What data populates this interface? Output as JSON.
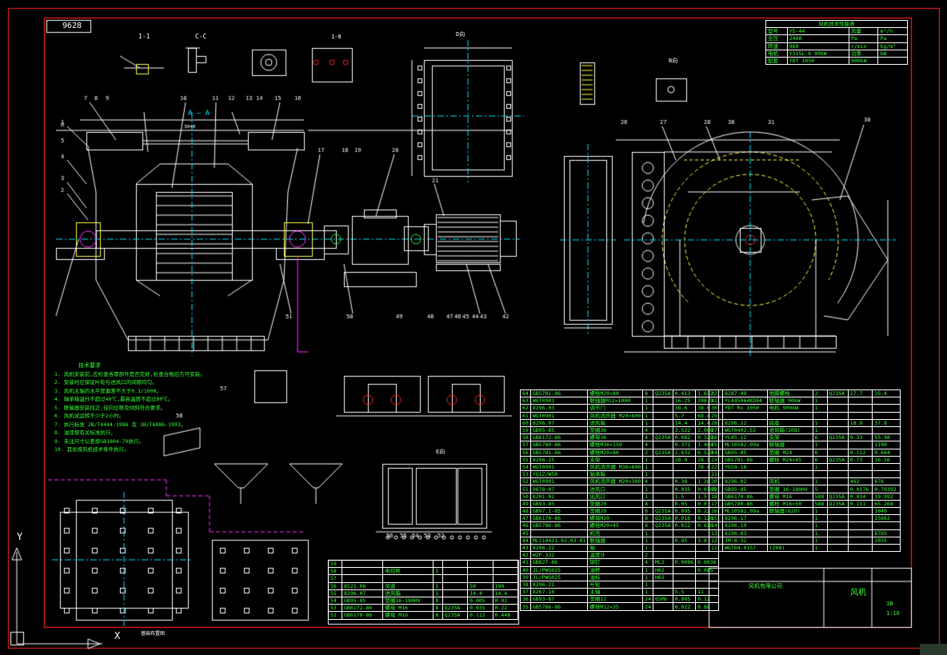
{
  "drawing": {
    "code_box": "9628",
    "company": "风机有限公司",
    "drawing_title": "风机",
    "drawing_number": "3B",
    "scale": "1:10"
  },
  "view_labels": {
    "section_aa": "A — A",
    "section_11": "1-1",
    "section_cc": "C-C",
    "section_18": "1-8",
    "view_d": "D向",
    "view_b": "B向",
    "view_e": "E向",
    "foundation": "基础布置图"
  },
  "part_numbers": [
    "1",
    "2",
    "3",
    "4",
    "5",
    "6",
    "7",
    "8",
    "9",
    "10",
    "11",
    "12",
    "13",
    "14",
    "15",
    "16",
    "17",
    "18",
    "19",
    "20",
    "21",
    "26",
    "27",
    "28",
    "30",
    "31",
    "38",
    "42",
    "43",
    "44",
    "45",
    "46",
    "47",
    "48",
    "49",
    "50",
    "51",
    "52",
    "53",
    "54",
    "55",
    "56",
    "57",
    "58"
  ],
  "tech_notes": {
    "title": "技术要求",
    "lines": [
      "1. 风机安装前,应检查各零部件是否完好,检查合格后方可安装。",
      "2. 安装时应保证叶轮与进风口的间隙均匀。",
      "3. 风机主轴的水平度偏差不大于0.1/1000。",
      "4. 轴承箱温升不超过40℃,最高温度不超过80℃。",
      "5. 联轴器安装找正,径向位移及倾斜符合要求。",
      "6. 风机试运转不少于2小时。",
      "7. 执行标准 JB/T4444-1986 及 JB/T6886-1993。",
      "8. 油漆按有关标准执行。",
      "9. 未注尺寸公差按GB1804-79执行。",
      "10. 其余按风机技术条件执行。"
    ]
  },
  "spec_table": {
    "title": "风机技术性能表",
    "rows": [
      [
        "型号",
        "Y5-44",
        "风量",
        "m³/h"
      ],
      [
        "全压",
        "2400",
        "Pa",
        "Pa"
      ],
      [
        "转速",
        "960",
        "r/min",
        "kg/m³"
      ],
      [
        "电机",
        "Y315L-6 90kW",
        "功率",
        "kW"
      ],
      [
        "配套",
        "YDT 1050",
        "900kW",
        ""
      ]
    ]
  },
  "parts_table": {
    "rows": [
      [
        "64",
        "GB5781-86",
        "螺栓M20×80",
        "8",
        "Q235A",
        "0.413",
        "1.652"
      ],
      [
        "63",
        "WGT0901",
        "联轴器M12×1000",
        "1",
        "",
        "16.25",
        "208.9"
      ],
      [
        "62",
        "8296.03",
        "调节门",
        "1",
        "",
        "38.6",
        "38.6"
      ],
      [
        "61",
        "WGT0901",
        "风机消声器 M20×800",
        "1",
        "",
        "5.7",
        "68.4"
      ],
      [
        "60",
        "8296.07",
        "进风箱",
        "1",
        "",
        "14.4",
        "14.4"
      ],
      [
        "59",
        "GB95-85",
        "垫圈36",
        "4",
        "",
        "3.522",
        "2.088"
      ],
      [
        "58",
        "GB6172-86",
        "螺母36",
        "4",
        "Q235A",
        "0.082",
        "0.328"
      ],
      [
        "57",
        "GB5780-86",
        "螺栓M36×150",
        "4",
        "",
        "0.371",
        "1.484"
      ],
      [
        "56",
        "GB5781-86",
        "螺栓M20×80",
        "2",
        "Q235A",
        "1.632",
        "6.528"
      ],
      [
        "55",
        "8296.25",
        "支架",
        "1",
        "",
        "28.9",
        "28.9"
      ],
      [
        "54",
        "WGT0901",
        "风机消声器 M36×800",
        "1",
        "",
        "",
        "78.4"
      ],
      [
        "53",
        "YQ1Z/W5R",
        "轴承箱",
        "1",
        "",
        "",
        ""
      ],
      [
        "52",
        "WGT0901",
        "风机消声器 M20×300",
        "4",
        "",
        "0.36",
        "1.26"
      ],
      [
        "51",
        "9678-07",
        "进风口",
        "1",
        "",
        "0.035",
        "0.0165"
      ],
      [
        "50",
        "8201-02",
        "出风口",
        "1",
        "",
        "1.5",
        "1.5"
      ],
      [
        "49",
        "GB93-85",
        "垫圈20",
        "8",
        "",
        "0.05",
        "0.0"
      ],
      [
        "48",
        "GB97.1-85",
        "垫圈20",
        "8",
        "Q235A",
        "0.095",
        "0.22"
      ],
      [
        "47",
        "GB6170-86",
        "螺母M20",
        "8",
        "Q235A",
        "0.016",
        "0.126"
      ],
      [
        "46",
        "GB5786-86",
        "螺栓M20×45",
        "8",
        "Q235A",
        "0.022",
        "0.616"
      ],
      [
        "45",
        "",
        "机壳",
        "1",
        "",
        "",
        ""
      ],
      [
        "44",
        "ML110421.02.03-01",
        "联轴器",
        "1",
        "",
        "0.95",
        "3.8"
      ],
      [
        "43",
        "8296.22",
        "轴",
        "1",
        "",
        "",
        ""
      ],
      [
        "42",
        "WZP-332",
        "温度计",
        "2",
        "",
        "",
        ""
      ],
      [
        "41",
        "GB827-86",
        "铆钉",
        "4",
        "ML2",
        "0.0086",
        "0.0036"
      ],
      [
        "40",
        "JL/PWG025",
        "油杯",
        "1",
        "H62",
        "",
        "0.085"
      ],
      [
        "39",
        "JL/PWG025",
        "油标",
        "1",
        "H62",
        "",
        ""
      ],
      [
        "38",
        "8296.21",
        "叶轮",
        "1",
        "",
        "",
        ""
      ],
      [
        "37",
        "8267.16",
        "主轴",
        "1",
        "",
        "5.5",
        "11"
      ],
      [
        "36",
        "GB93-87",
        "垫圈12",
        "24",
        "65Mn",
        "0.005",
        "0.12"
      ],
      [
        "35",
        "GB5786-86",
        "螺栓M12×35",
        "24",
        "",
        "0.022",
        "0.88"
      ]
    ]
  },
  "parts_table2": {
    "rows": [
      [
        "32",
        "8287-49",
        "地脚螺栓",
        "2",
        "Q235A",
        "17.7",
        "35.4"
      ],
      [
        "31",
        "YL445064KD04",
        "联轴器 90kW",
        "1",
        "",
        "",
        ""
      ],
      [
        "30",
        "YDT Rx 1050",
        "电机 900kW",
        "1",
        "",
        "",
        ""
      ],
      [
        "29",
        "",
        "",
        "",
        "",
        "",
        ""
      ],
      [
        "28",
        "8296.12",
        "底座",
        "1",
        "",
        "18.9",
        "37.8"
      ],
      [
        "27",
        "WGT0402.52",
        "进风箱(208)",
        "1",
        "",
        "",
        ""
      ],
      [
        "26",
        "YL45-12",
        "支架",
        "6",
        "Q235A",
        "9.33",
        "55.98"
      ],
      [
        "25",
        "ML10582.09a",
        "联轴器",
        "1",
        "",
        "",
        "1190"
      ],
      [
        "24",
        "GB95-85",
        "垫圈 M24",
        "6",
        "",
        "0.112",
        "0.664"
      ],
      [
        "23",
        "GB5781-86",
        "螺栓 M24×45",
        "6",
        "Q235A",
        "0.73",
        "16.56"
      ],
      [
        "22",
        "YG59-18",
        "",
        "1",
        "",
        "",
        ""
      ],
      [
        "21",
        "",
        "",
        "",
        "",
        "",
        ""
      ],
      [
        "20",
        "8296.02",
        "风机",
        "1",
        "",
        "462",
        "876"
      ],
      [
        "19",
        "GB95-85",
        "垫圈 16-180HV",
        "5",
        "",
        "0.0176",
        "0.70392"
      ],
      [
        "18",
        "GB6170-86",
        "螺母 M16",
        "588",
        "Q235A",
        "0.034",
        "19.992"
      ],
      [
        "17",
        "GB5780-86",
        "螺栓 M16×50",
        "588",
        "Q235A",
        "0.111",
        "65.268"
      ],
      [
        "16",
        "ML10582.09a",
        "联轴器(620)",
        "1",
        "",
        "",
        "1040"
      ],
      [
        "15",
        "8296.17",
        "",
        "1",
        "",
        "",
        "15662"
      ],
      [
        "14",
        "8296.19",
        "",
        "1",
        "",
        "",
        ""
      ],
      [
        "13",
        "8296.03",
        "",
        "1",
        "",
        "",
        "8765"
      ],
      [
        "12",
        "JM-8-32",
        "",
        "1",
        "",
        "",
        "2035"
      ],
      [
        "11",
        "WGT04.0157",
        "(208)",
        "1",
        "",
        "",
        ""
      ]
    ]
  },
  "bottom_table": {
    "rows": [
      [
        "59",
        "",
        "",
        "",
        "",
        "",
        ""
      ],
      [
        "58",
        "",
        "电控柜",
        "1",
        "",
        "",
        ""
      ],
      [
        "57",
        "",
        "",
        "",
        "",
        "",
        ""
      ],
      [
        "56",
        "8521.06",
        "风道",
        "1",
        "",
        "50",
        "100"
      ],
      [
        "55",
        "8296.07",
        "进风箱",
        "1",
        "",
        "14.4",
        "14.4"
      ],
      [
        "54",
        "GB95-85",
        "垫圈16-180HV",
        "8",
        "",
        "0.005",
        "0.02"
      ],
      [
        "53",
        "GB6172-86",
        "螺母 M16",
        "8",
        "Q235A",
        "0.035",
        "0.22"
      ],
      [
        "52",
        "GB6170-86",
        "螺母 M16",
        "8",
        "Q235A",
        "0.112",
        "0.448"
      ]
    ]
  },
  "ui": {
    "axis_y": "Y",
    "axis_x": "X"
  }
}
